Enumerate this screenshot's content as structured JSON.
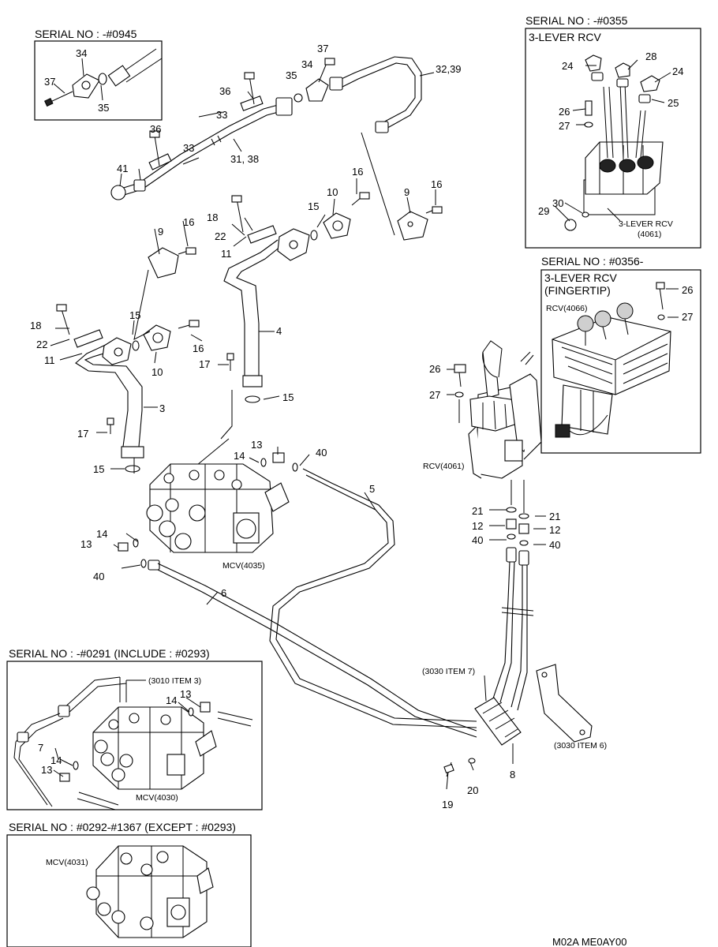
{
  "serials": {
    "top_left": "SERIAL NO : -#0945",
    "top_right": "SERIAL NO : -#0355",
    "mid_right": "SERIAL NO : #0356-",
    "bottom_left": "SERIAL NO : -#0291 (INCLUDE : #0293)",
    "bottom": "SERIAL NO : #0292-#1367 (EXCEPT : #0293)"
  },
  "titles": {
    "rcv3": "3-LEVER RCV",
    "rcv3_finger_1": "3-LEVER RCV",
    "rcv3_finger_2": "(FINGERTIP)"
  },
  "component_labels": {
    "rcv4061_inset": "3-LEVER RCV",
    "rcv4061_inset_code": "(4061)",
    "rcv4066": "RCV(4066)",
    "rcv4061": "RCV(4061)",
    "mcv4035": "MCV(4035)",
    "mcv4030": "MCV(4030)",
    "mcv4031": "MCV(4031)",
    "item3010": "(3010 ITEM 3)",
    "item3030_7": "(3030 ITEM 7)",
    "item3030_6": "(3030 ITEM 6)"
  },
  "callouts": {
    "c34a": "34",
    "c37a": "37",
    "c35a": "35",
    "c37b": "37",
    "c34b": "34",
    "c35b": "35",
    "c36a": "36",
    "c33a": "33",
    "c3239": "32,39",
    "c3138": "31, 38",
    "c36b": "36",
    "c33b": "33",
    "c41": "41",
    "c16a": "16",
    "c9a": "9",
    "c16b": "16",
    "c10a": "10",
    "c15a": "15",
    "c18a": "18",
    "c22a": "22",
    "c11a": "11",
    "c9b": "9",
    "c16c": "16",
    "c18b": "18",
    "c22b": "22",
    "c11b": "11",
    "c15b": "15",
    "c10b": "10",
    "c16d": "16",
    "c4": "4",
    "c17a": "17",
    "c15c": "15",
    "c3": "3",
    "c17b": "17",
    "c15d": "15",
    "c13a": "13",
    "c14a": "14",
    "c40a": "40",
    "c5": "5",
    "c14b": "14",
    "c13b": "13",
    "c40b": "40",
    "c6": "6",
    "c24a": "24",
    "c28": "28",
    "c24b": "24",
    "c25": "25",
    "c26a": "26",
    "c27a": "27",
    "c30": "30",
    "c29": "29",
    "c26b": "26",
    "c27b": "27",
    "c26c": "26",
    "c27c": "27",
    "c21a": "21",
    "c21b": "21",
    "c12a": "12",
    "c12b": "12",
    "c40c": "40",
    "c40d": "40",
    "c7": "7",
    "c13c": "13",
    "c14c": "14",
    "c14d": "14",
    "c13d": "13",
    "c8": "8",
    "c19": "19",
    "c20": "20"
  },
  "footer": "M02A ME0AY00"
}
